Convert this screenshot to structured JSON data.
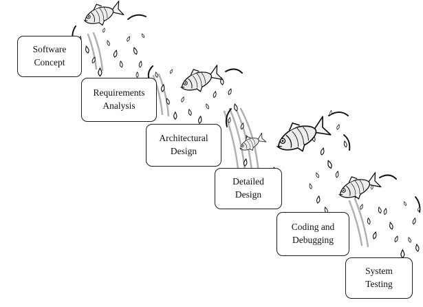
{
  "colors": {
    "outline": "#1a1a1a",
    "fish_body": "#ececec",
    "water_flow": "#b0b0b0",
    "background": "#ffffff"
  },
  "phases": [
    {
      "line1": "Software",
      "line2": "Concept"
    },
    {
      "line1": "Requirements",
      "line2": "Analysis"
    },
    {
      "line1": "Architectural",
      "line2": "Design"
    },
    {
      "line1": "Detailed",
      "line2": "Design"
    },
    {
      "line1": "Coding and",
      "line2": "Debugging"
    },
    {
      "line1": "System",
      "line2": "Testing"
    }
  ]
}
